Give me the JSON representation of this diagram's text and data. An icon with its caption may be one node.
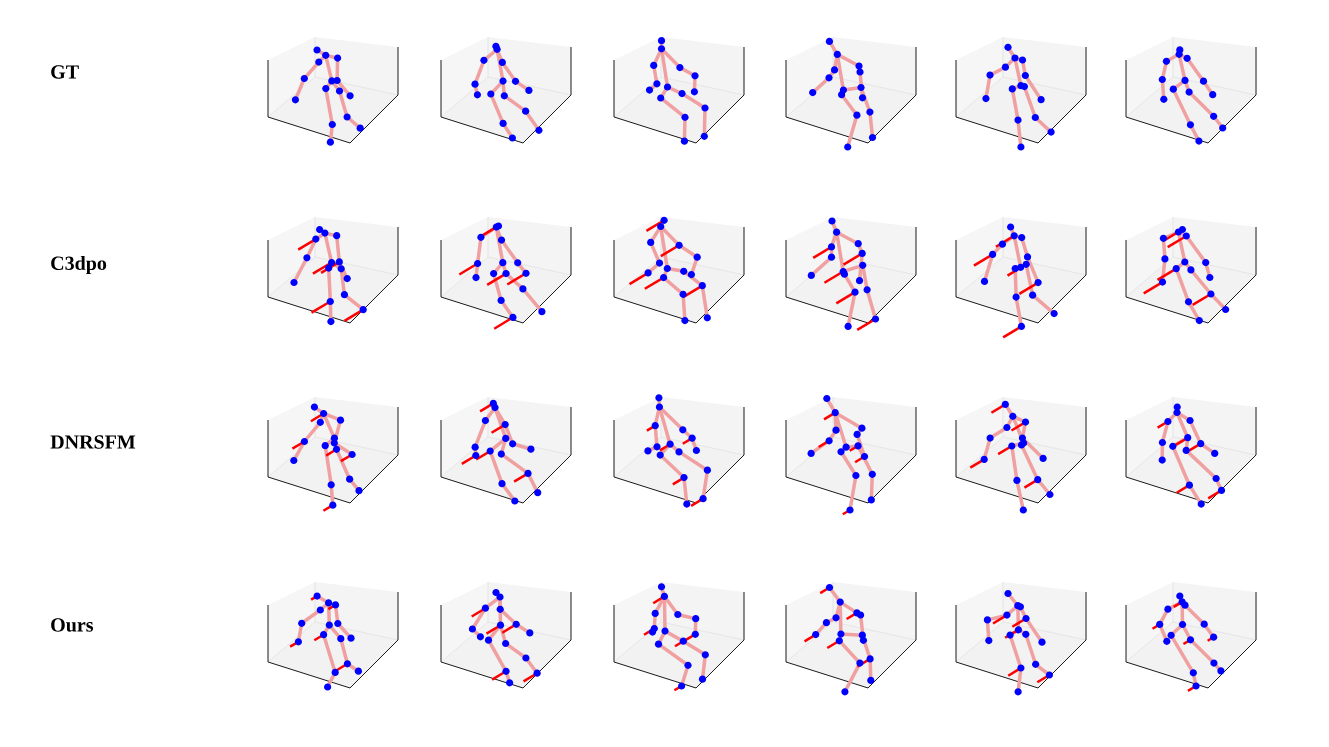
{
  "diagram": {
    "labels": [
      "GT",
      "C3dpo",
      "DNRSFM",
      "Ours"
    ]
  }
}
